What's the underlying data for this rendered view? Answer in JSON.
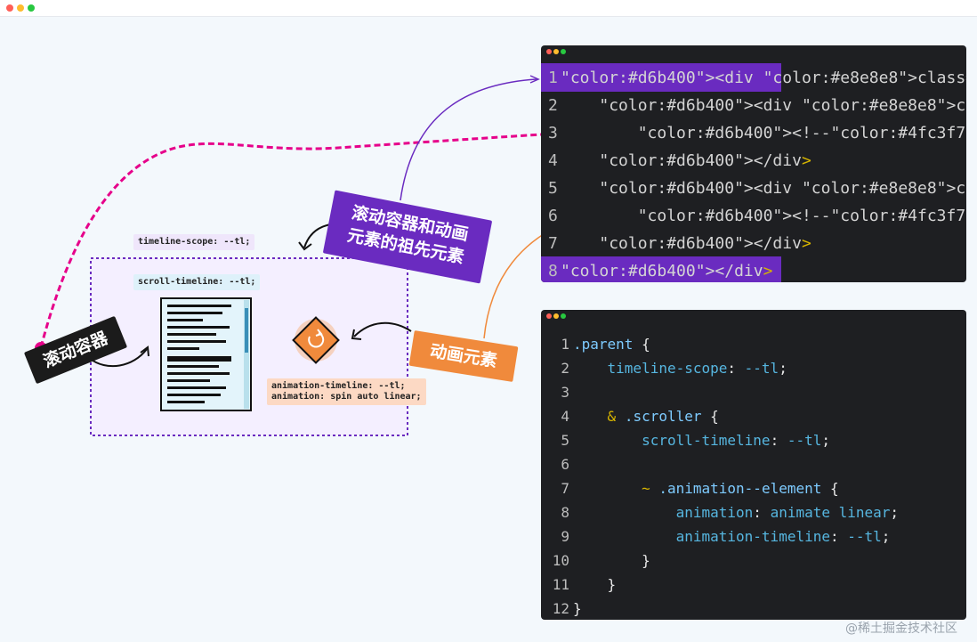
{
  "html_window": {
    "lines": [
      {
        "no": "1",
        "text": "<div class=\"parent\">"
      },
      {
        "no": "2",
        "text": "    <div class=\"scroller\">"
      },
      {
        "no": "3",
        "text": "        <!-- 滚动容器 -->"
      },
      {
        "no": "4",
        "text": "    </div>"
      },
      {
        "no": "5",
        "text": "    <div class=\"animation--element\">"
      },
      {
        "no": "6",
        "text": "        <!-- 动画元素 -->"
      },
      {
        "no": "7",
        "text": "    </div>"
      },
      {
        "no": "8",
        "text": "</div>"
      }
    ]
  },
  "css_window": {
    "lines": [
      {
        "no": "1",
        "text": ".parent {"
      },
      {
        "no": "2",
        "text": "    timeline-scope: --tl;"
      },
      {
        "no": "3",
        "text": ""
      },
      {
        "no": "4",
        "text": "    & .scroller {"
      },
      {
        "no": "5",
        "text": "        scroll-timeline: --tl;"
      },
      {
        "no": "6",
        "text": ""
      },
      {
        "no": "7",
        "text": "        ~ .animation--element {"
      },
      {
        "no": "8",
        "text": "            animation: animate linear;"
      },
      {
        "no": "9",
        "text": "            animation-timeline: --tl;"
      },
      {
        "no": "10",
        "text": "        }"
      },
      {
        "no": "11",
        "text": "    }"
      },
      {
        "no": "12",
        "text": "}"
      }
    ]
  },
  "tags": {
    "timeline_scope": "timeline-scope: --tl;",
    "scroll_timeline": "scroll-timeline: --tl;",
    "animation_line1": "animation-timeline: --tl;",
    "animation_line2": "animation: spin auto linear;"
  },
  "labels": {
    "scroller": "滚动容器",
    "ancestor": "滚动容器和动画\n元素的祖先元素",
    "animation": "动画元素"
  },
  "watermark": "@稀土掘金技术社区",
  "colors": {
    "purple": "#6a2bc0",
    "magenta": "#e6008a",
    "orange": "#f08a3c",
    "dark": "#1e1f22"
  }
}
